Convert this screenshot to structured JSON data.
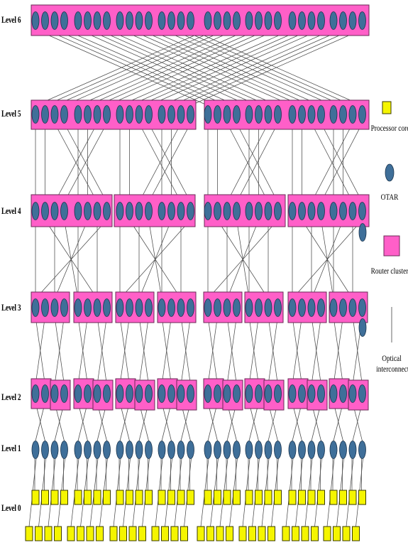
{
  "levels": [
    {
      "name": "Level 6"
    },
    {
      "name": "Level 5"
    },
    {
      "name": "Level 4"
    },
    {
      "name": "Level 3"
    },
    {
      "name": "Level 2"
    },
    {
      "name": "Level 1"
    },
    {
      "name": "Level 0"
    }
  ],
  "legend": {
    "processor_core": "Processor core",
    "otar": "OTAR",
    "router_cluster": "Router cluster",
    "optical_interconnect_line1": "Optical",
    "optical_interconnect_line2": "interconnect"
  },
  "colors": {
    "processor_core": "#f5f500",
    "otar": "#3f6f99",
    "router_cluster": "#ff5fc8",
    "interconnect": "#4a4a4a"
  }
}
